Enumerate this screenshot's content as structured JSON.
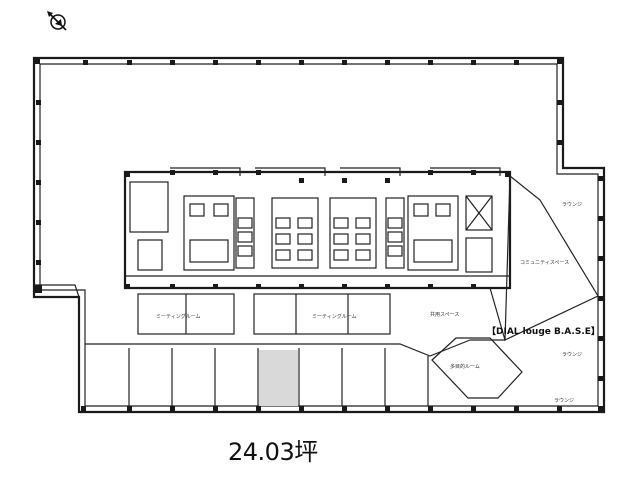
{
  "floor_plan": {
    "rooms": {
      "meeting_room_1": "ミーティングルーム",
      "meeting_room_2": "ミーティングルーム",
      "shared_space": "共用スペース",
      "common_space": "コミュニティスペース",
      "lounge_1": "ラウンジ",
      "lounge_2": "ラウンジ",
      "lounge_3": "ラウンジ",
      "multipurpose_room": "多目的ルーム"
    },
    "tenant_label": "【DIAL louge B.A.S.E】",
    "colors": {
      "wall": "#1a1a1a",
      "highlight_unit": "#d9d9d9",
      "background": "#ffffff"
    },
    "compass_icon": "north-arrow-icon"
  },
  "area_label": "24.03坪"
}
